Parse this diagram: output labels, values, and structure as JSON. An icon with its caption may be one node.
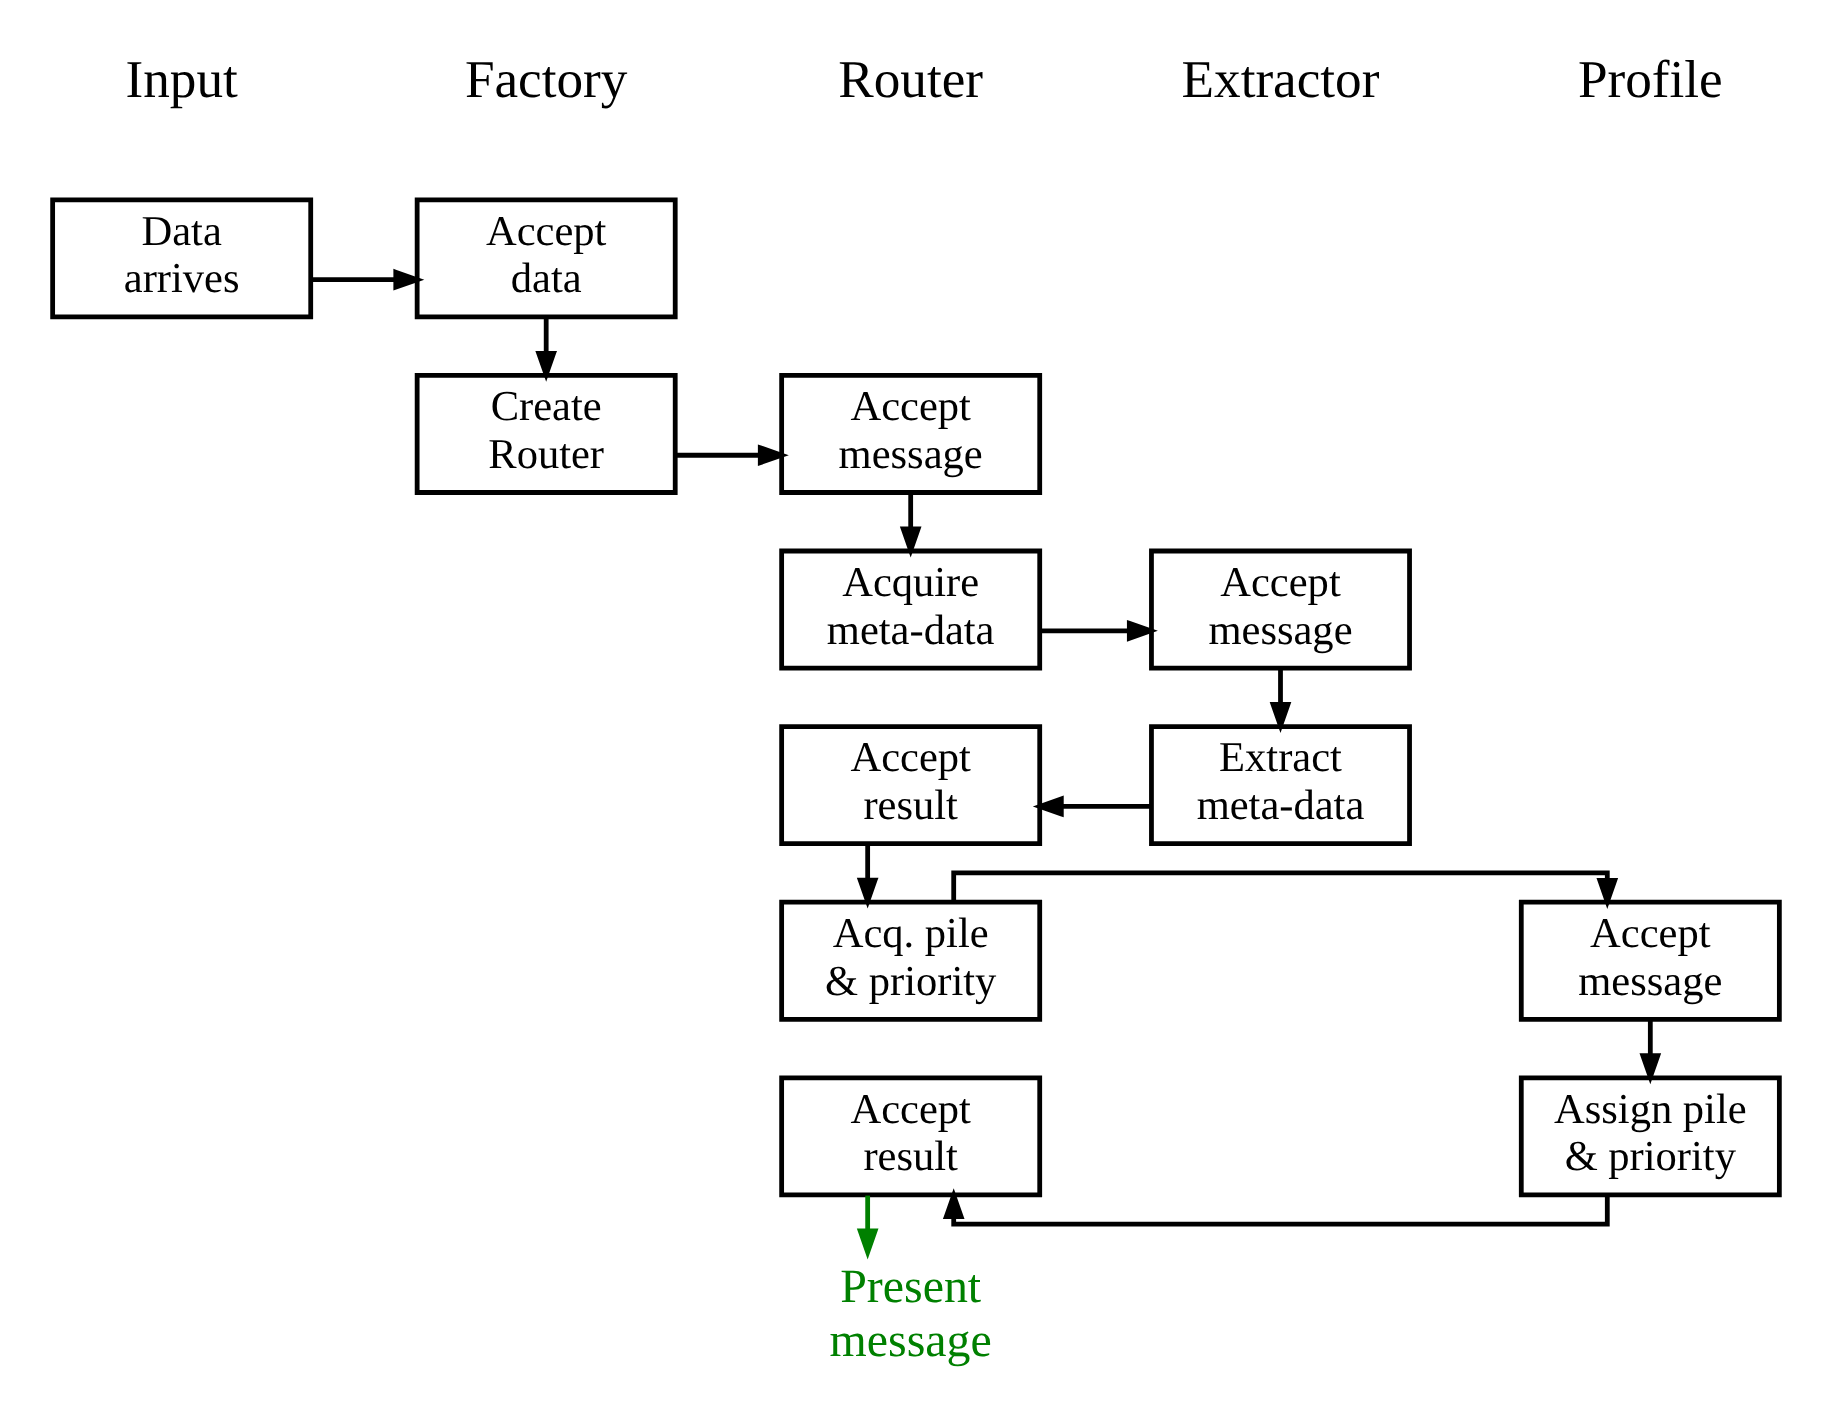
{
  "diagram": {
    "nodes": [
      {
        "text": [
          "Data arrives"
        ]
      },
      {
        "text": [
          "Accept data"
        ]
      },
      {
        "text": [
          "Create Router"
        ]
      },
      {
        "text": [
          "Accept message"
        ]
      },
      {
        "text": [
          "Acquire meta-data"
        ]
      },
      {
        "text": [
          "Accept message"
        ]
      },
      {
        "text": [
          "Extract meta-data"
        ]
      },
      {
        "text": [
          "Accept result"
        ]
      },
      {
        "text": [
          "Acq. pile & priority"
        ]
      },
      {
        "text": [
          "Accept message"
        ]
      },
      {
        "text": [
          "Assign pile & priority"
        ]
      },
      {
        "text": [
          "Accept result"
        ]
      },
      {
        "text": [
          "Present message"
        ]
      }
    ],
    "edges": [
      {
        "from": 0,
        "to": 1,
        "arrow": "to"
      },
      {
        "from": 1,
        "to": 2,
        "arrow": "to"
      },
      {
        "from": 2,
        "to": 3,
        "arrow": "to"
      },
      {
        "from": 3,
        "to": 4,
        "arrow": "to"
      },
      {
        "from": 4,
        "to": 5,
        "arrow": "to"
      },
      {
        "from": 5,
        "to": 6,
        "arrow": "to"
      },
      {
        "from": 6,
        "to": 7,
        "arrow": "to"
      },
      {
        "from": 7,
        "to": 8,
        "arrow": "to"
      },
      {
        "from": 8,
        "to": 9,
        "arrow": "to"
      },
      {
        "from": 9,
        "to": 10,
        "arrow": "to"
      },
      {
        "from": 10,
        "to": 11,
        "arrow": "to"
      },
      {
        "from": 11,
        "to": 12,
        "arrow": "to",
        "color": "#008000"
      }
    ],
    "labels": [
      "Input",
      "Factory",
      "Router",
      "Extractor",
      "Profile"
    ]
  }
}
